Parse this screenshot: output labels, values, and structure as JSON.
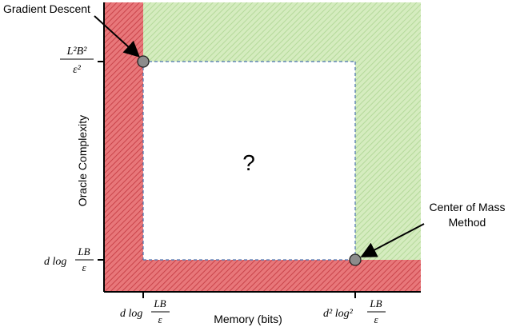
{
  "labels": {
    "gradient_descent": "Gradient Descent",
    "center_of_mass_line1": "Center of Mass",
    "center_of_mass_line2": "Method",
    "question_mark": "?",
    "x_axis": "Memory (bits)",
    "y_axis": "Oracle Complexity"
  },
  "y_ticks": {
    "top": {
      "num": "L²B²",
      "den": "ε²"
    },
    "bottom": {
      "prefix": "d log",
      "num": "LB",
      "den": "ε"
    }
  },
  "x_ticks": {
    "left": {
      "prefix": "d log",
      "num": "LB",
      "den": "ε"
    },
    "right": {
      "prefix": "d² log²",
      "num": "LB",
      "den": "ε"
    }
  },
  "colors": {
    "red_region": "#e8777a",
    "red_hatch": "#c9444a",
    "green_region": "#d5ecbf",
    "green_hatch": "#b4d99a",
    "point_fill": "#8c8c8c",
    "dashed_line": "#4a73b0",
    "axis": "#000000"
  }
}
